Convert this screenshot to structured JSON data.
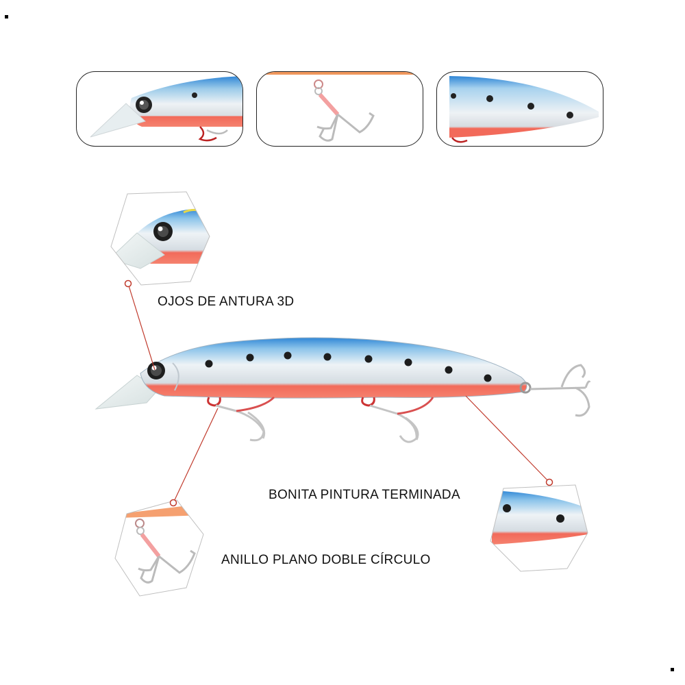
{
  "labels": {
    "eyes": "OJOS DE ANTURA 3D",
    "paint": "BONITA PINTURA TERMINADA",
    "ring": "ANILLO PLANO DOBLE CÍRCULO"
  },
  "icons": {
    "thumb_left": "lure-head-closeup-image",
    "thumb_middle": "treble-hook-closeup-image",
    "thumb_right": "lure-body-closeup-image",
    "main": "fishing-lure-minnow-image",
    "hex_eye": "lure-eye-closeup-image",
    "hex_hook": "treble-hook-closeup-image",
    "hex_paint": "lure-paint-closeup-image"
  },
  "colors": {
    "back": "#3a8fd8",
    "belly": "#f26a5a",
    "silver": "#dfe6ec",
    "callout": "#c0392b",
    "hook": "#c8c8c8"
  }
}
